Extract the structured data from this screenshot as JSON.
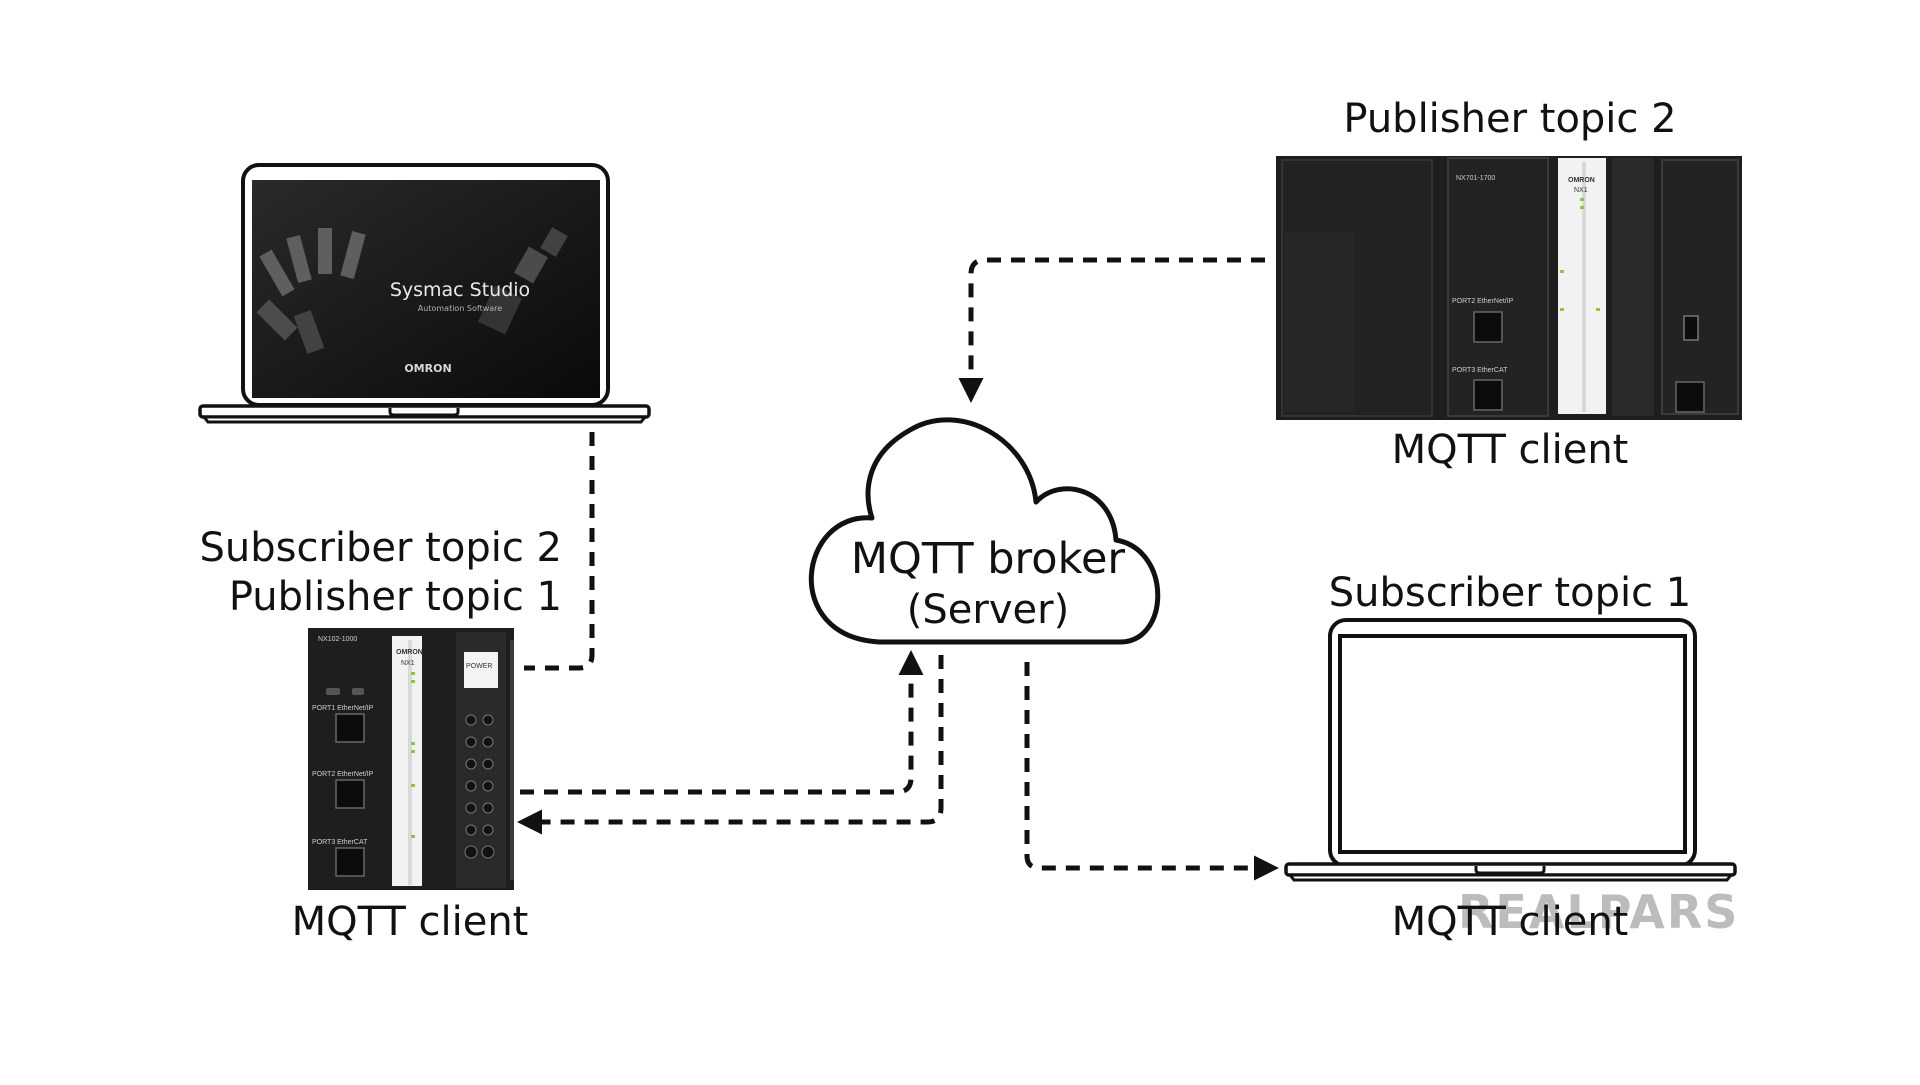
{
  "labels": {
    "left_top_line1": "Subscriber topic 2",
    "left_top_line2": "Publisher topic 1",
    "left_bottom": "MQTT client",
    "right_top_title": "Publisher topic 2",
    "right_top_bottom": "MQTT client",
    "right_bottom_title": "Subscriber topic 1",
    "right_bottom_bottom": "MQTT client"
  },
  "broker": {
    "title": "MQTT broker",
    "subtitle": "(Server)"
  },
  "laptop_screen": {
    "app_name": "Sysmac Studio",
    "app_subtitle": "Automation Software",
    "brand": "OMRON"
  },
  "plc_left": {
    "model": "NX102-1000",
    "brand": "OMRON",
    "series": "NX1",
    "power_label": "POWER",
    "port1": "PORT1 EtherNet/IP",
    "port2": "PORT2 EtherNet/IP",
    "port3": "PORT3 EtherCAT"
  },
  "plc_right": {
    "model": "NX701-1700",
    "brand": "OMRON",
    "series": "NX1",
    "port2": "PORT2 EtherNet/IP",
    "port3": "PORT3 EtherCAT"
  },
  "watermark": "REALPARS",
  "colors": {
    "line": "#111111",
    "device_dark": "#1e1e1e",
    "watermark": "#b5b5b5"
  }
}
